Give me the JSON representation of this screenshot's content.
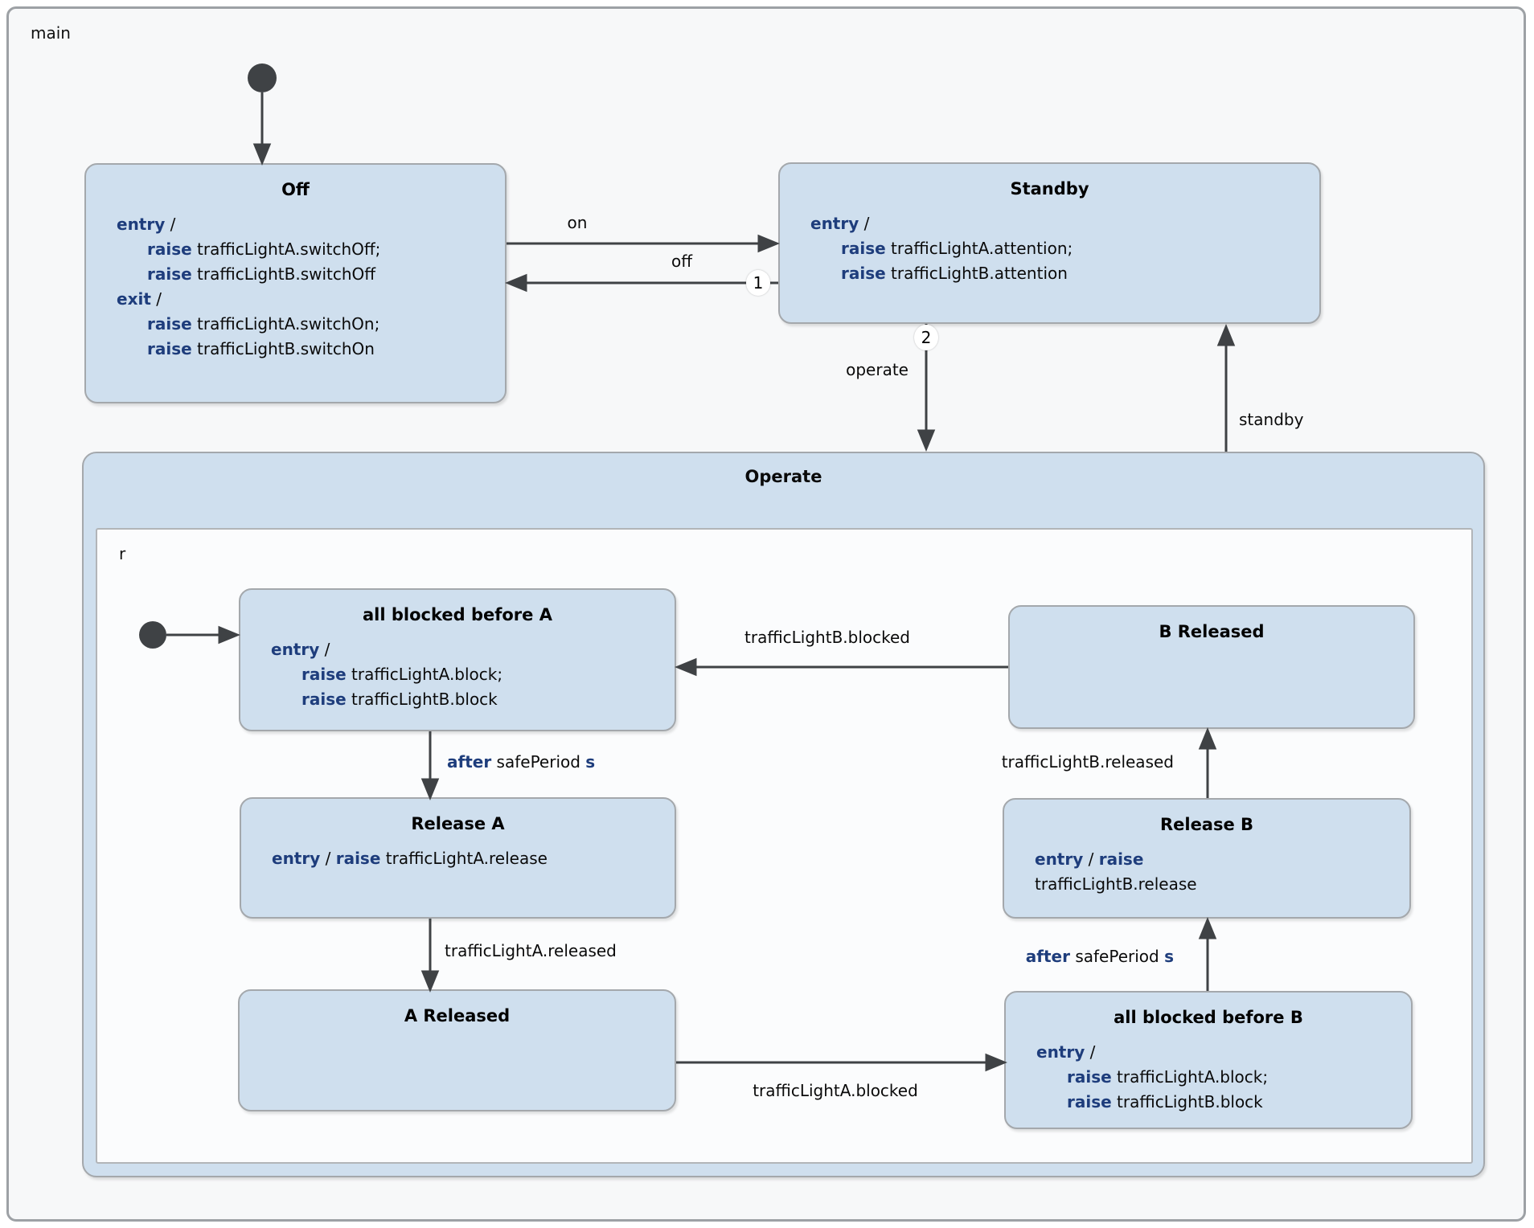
{
  "diagram": {
    "main_label": "main",
    "inner_region_label": "r",
    "operate_title": "Operate"
  },
  "colors": {
    "state_fill": "#cfdfee",
    "state_border": "#a4a8ac",
    "keyword_blue": "#1e3d7c",
    "edge_gray": "#3f4245",
    "canvas_fill": "#f7f8f9",
    "inner_region_fill": "#fbfcfd"
  },
  "states": {
    "off": {
      "title": "Off",
      "lines": [
        {
          "indent": false,
          "parts": [
            {
              "t": "entry",
              "kw": true
            },
            {
              "t": " /",
              "kw": false
            }
          ]
        },
        {
          "indent": true,
          "parts": [
            {
              "t": "raise",
              "kw": true
            },
            {
              "t": " trafficLightA.switchOff;",
              "kw": false
            }
          ]
        },
        {
          "indent": true,
          "parts": [
            {
              "t": "raise",
              "kw": true
            },
            {
              "t": " trafficLightB.switchOff",
              "kw": false
            }
          ]
        },
        {
          "indent": false,
          "parts": [
            {
              "t": "exit",
              "kw": true
            },
            {
              "t": " /",
              "kw": false
            }
          ]
        },
        {
          "indent": true,
          "parts": [
            {
              "t": "raise",
              "kw": true
            },
            {
              "t": " trafficLightA.switchOn;",
              "kw": false
            }
          ]
        },
        {
          "indent": true,
          "parts": [
            {
              "t": "raise",
              "kw": true
            },
            {
              "t": " trafficLightB.switchOn",
              "kw": false
            }
          ]
        }
      ]
    },
    "standby": {
      "title": "Standby",
      "lines": [
        {
          "indent": false,
          "parts": [
            {
              "t": "entry",
              "kw": true
            },
            {
              "t": " /",
              "kw": false
            }
          ]
        },
        {
          "indent": true,
          "parts": [
            {
              "t": "raise",
              "kw": true
            },
            {
              "t": " trafficLightA.attention;",
              "kw": false
            }
          ]
        },
        {
          "indent": true,
          "parts": [
            {
              "t": "raise",
              "kw": true
            },
            {
              "t": " trafficLightB.attention",
              "kw": false
            }
          ]
        }
      ]
    },
    "all_blocked_before_a": {
      "title": "all blocked before A",
      "lines": [
        {
          "indent": false,
          "parts": [
            {
              "t": "entry",
              "kw": true
            },
            {
              "t": " /",
              "kw": false
            }
          ]
        },
        {
          "indent": true,
          "parts": [
            {
              "t": "raise",
              "kw": true
            },
            {
              "t": " trafficLightA.block;",
              "kw": false
            }
          ]
        },
        {
          "indent": true,
          "parts": [
            {
              "t": "raise",
              "kw": true
            },
            {
              "t": " trafficLightB.block",
              "kw": false
            }
          ]
        }
      ]
    },
    "release_a": {
      "title": "Release A",
      "lines": [
        {
          "indent": false,
          "parts": [
            {
              "t": "entry",
              "kw": true
            },
            {
              "t": " / ",
              "kw": false
            },
            {
              "t": "raise",
              "kw": true
            },
            {
              "t": " trafficLightA.release",
              "kw": false
            }
          ]
        }
      ]
    },
    "a_released": {
      "title": "A Released",
      "lines": []
    },
    "b_released": {
      "title": "B Released",
      "lines": []
    },
    "release_b": {
      "title": "Release B",
      "lines": [
        {
          "indent": false,
          "parts": [
            {
              "t": "entry",
              "kw": true
            },
            {
              "t": " / ",
              "kw": false
            },
            {
              "t": "raise",
              "kw": true
            }
          ]
        },
        {
          "indent": false,
          "parts": [
            {
              "t": "trafficLightB.release",
              "kw": false
            }
          ]
        }
      ]
    },
    "all_blocked_before_b": {
      "title": "all blocked before B",
      "lines": [
        {
          "indent": false,
          "parts": [
            {
              "t": "entry",
              "kw": true
            },
            {
              "t": " /",
              "kw": false
            }
          ]
        },
        {
          "indent": true,
          "parts": [
            {
              "t": "raise",
              "kw": true
            },
            {
              "t": " trafficLightA.block;",
              "kw": false
            }
          ]
        },
        {
          "indent": true,
          "parts": [
            {
              "t": "raise",
              "kw": true
            },
            {
              "t": " trafficLightB.block",
              "kw": false
            }
          ]
        }
      ]
    }
  },
  "transitions": {
    "on": {
      "label": "on"
    },
    "off": {
      "label": "off",
      "priority": "1"
    },
    "operate": {
      "label": "operate",
      "priority": "2"
    },
    "standby": {
      "label": "standby"
    },
    "after_safe_a": {
      "parts": [
        {
          "t": "after",
          "kw": true
        },
        {
          "t": " safePeriod ",
          "kw": false
        },
        {
          "t": "s",
          "kw": true
        }
      ]
    },
    "a_released": {
      "label": "trafficLightA.released"
    },
    "a_blocked": {
      "label": "trafficLightA.blocked"
    },
    "after_safe_b": {
      "parts": [
        {
          "t": "after",
          "kw": true
        },
        {
          "t": " safePeriod ",
          "kw": false
        },
        {
          "t": "s",
          "kw": true
        }
      ]
    },
    "b_released": {
      "label": "trafficLightB.released"
    },
    "b_blocked": {
      "label": "trafficLightB.blocked"
    }
  }
}
